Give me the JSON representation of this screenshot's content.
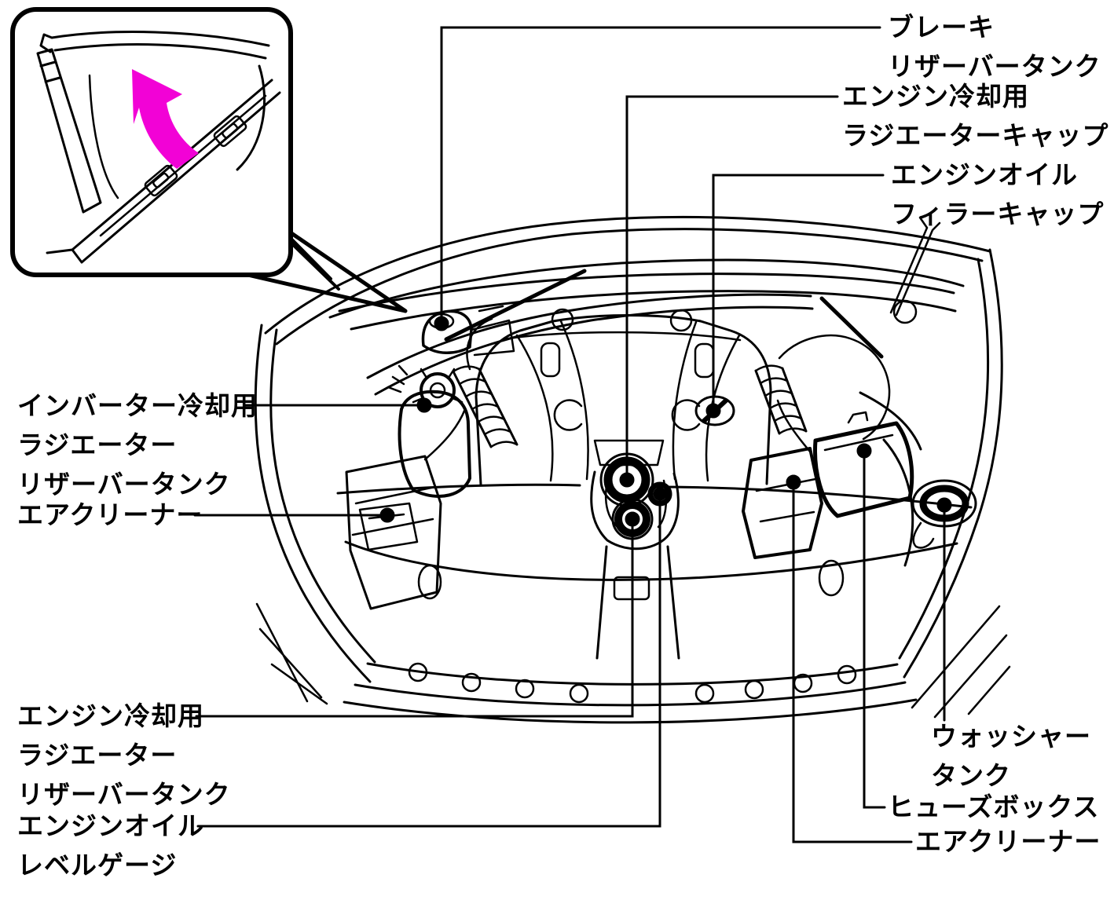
{
  "figure": {
    "title": "engine-compartment-diagram",
    "line_color": "#000000",
    "background_color": "#ffffff"
  },
  "inset": {
    "name": "hood-corner-open-inset",
    "arrow_icon": "curved-open-arrow",
    "arrow_color": "#F202D6"
  },
  "labels": {
    "brake_reservoir": "ブレーキ\nリザーバータンク",
    "engine_radiator_cap": "エンジン冷却用\nラジエーターキャップ",
    "engine_oil_filler_cap": "エンジンオイル\nフィラーキャップ",
    "inverter_reservoir": "インバーター冷却用\nラジエーター\nリザーバータンク",
    "air_cleaner_left": "エアクリーナー",
    "engine_coolant_reservoir": "エンジン冷却用\nラジエーター\nリザーバータンク",
    "engine_oil_level_gauge": "エンジンオイル\nレベルゲージ",
    "washer_tank": "ウォッシャー\nタンク",
    "fuse_box": "ヒューズボックス",
    "air_cleaner_right": "エアクリーナー"
  }
}
